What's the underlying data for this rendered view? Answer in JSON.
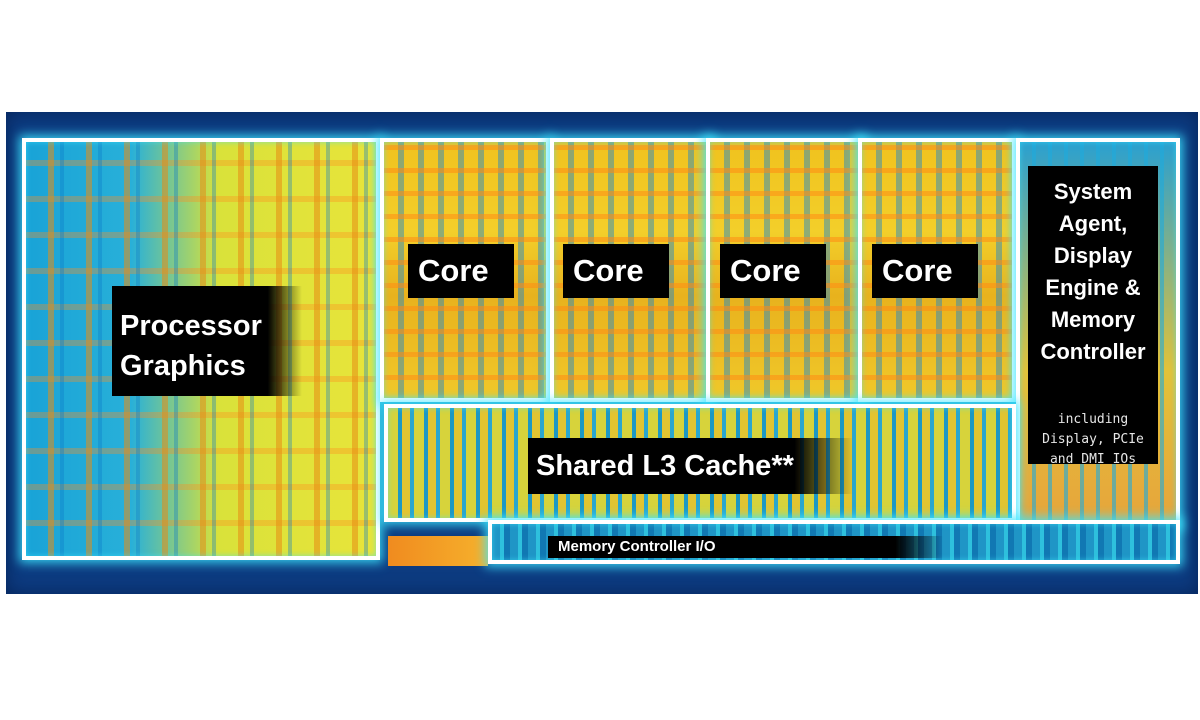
{
  "regions": {
    "processor_graphics": {
      "line1": "Processor",
      "line2": "Graphics"
    },
    "cores": [
      "Core",
      "Core",
      "Core",
      "Core"
    ],
    "l3_cache": "Shared L3 Cache**",
    "system_agent": {
      "title_lines": [
        "System",
        "Agent,",
        "Display",
        "Engine &",
        "Memory",
        "Controller"
      ],
      "sub_lines": [
        "including",
        "Display, PCIe",
        "and DMI IOs"
      ]
    },
    "memory_io": "Memory Controller I/O"
  },
  "colors": {
    "die_background": "#0d3b80",
    "region_border": "#ffffff",
    "glow": "#3ce6ff",
    "label_background": "#000000"
  }
}
